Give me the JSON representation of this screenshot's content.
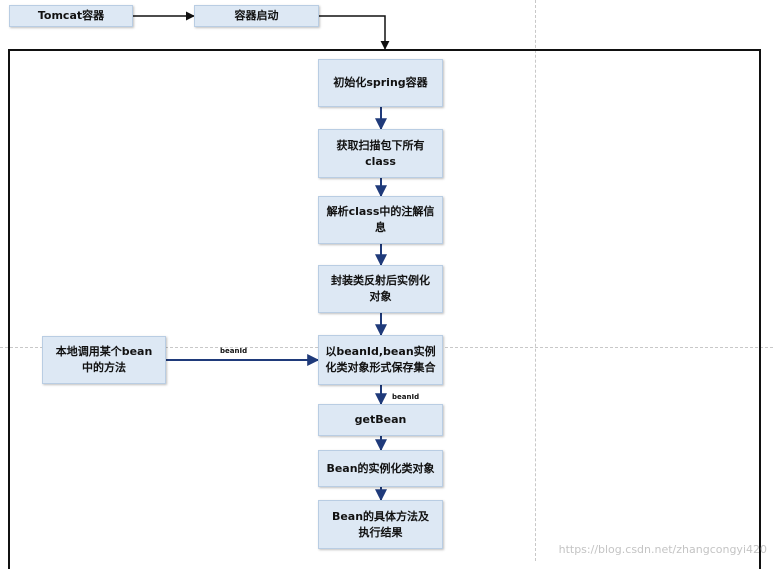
{
  "nodes": {
    "tomcat": "Tomcat容器",
    "startup": "容器启动",
    "init_spring": "初始化spring容器",
    "scan_classes": "获取扫描包下所有class",
    "parse_annotations": "解析class中的注解信息",
    "reflect_instantiate": "封装类反射后实例化对象",
    "save_collection": "以beanId,bean实例化类对象形式保存集合",
    "local_call": "本地调用某个bean中的方法",
    "get_bean": "getBean",
    "bean_instance": "Bean的实例化类对象",
    "bean_method_result": "Bean的具体方法及执行结果"
  },
  "edge_labels": {
    "local_to_save": "beanId",
    "save_to_getbean": "beanId"
  },
  "watermark": "https://blog.csdn.net/zhangcongyi420",
  "colors": {
    "box_fill": "#dde8f4",
    "box_border": "#b9cde3",
    "arrow": "#1f3a7a"
  }
}
